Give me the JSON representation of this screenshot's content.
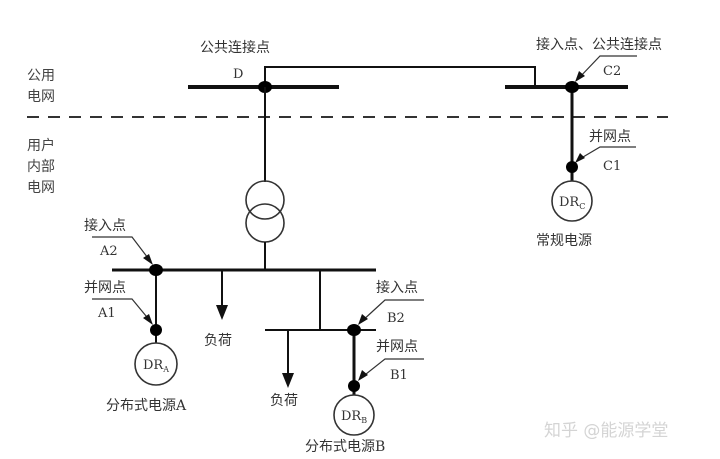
{
  "diagram": {
    "regions": {
      "public_grid": [
        "公用",
        "电网"
      ],
      "user_internal_grid": [
        "用户",
        "内部",
        "电网"
      ]
    },
    "nodes": {
      "D": {
        "id": "D",
        "caption": "公共连接点"
      },
      "C2": {
        "id": "C2",
        "caption": "接入点、公共连接点"
      },
      "C1": {
        "id": "C1",
        "caption": "并网点"
      },
      "A2": {
        "id": "A2",
        "caption": "接入点"
      },
      "A1": {
        "id": "A1",
        "caption": "并网点"
      },
      "B2": {
        "id": "B2",
        "caption": "接入点"
      },
      "B1": {
        "id": "B1",
        "caption": "并网点"
      }
    },
    "sources": {
      "A": {
        "symbol": "DR",
        "subscript": "A",
        "caption": "分布式电源A"
      },
      "B": {
        "symbol": "DR",
        "subscript": "B",
        "caption": "分布式电源B"
      },
      "C": {
        "symbol": "DR",
        "subscript": "C",
        "caption": "常规电源"
      }
    },
    "loads": [
      {
        "caption": "负荷"
      },
      {
        "caption": "负荷"
      }
    ],
    "watermark": "知乎 @能源学堂"
  }
}
